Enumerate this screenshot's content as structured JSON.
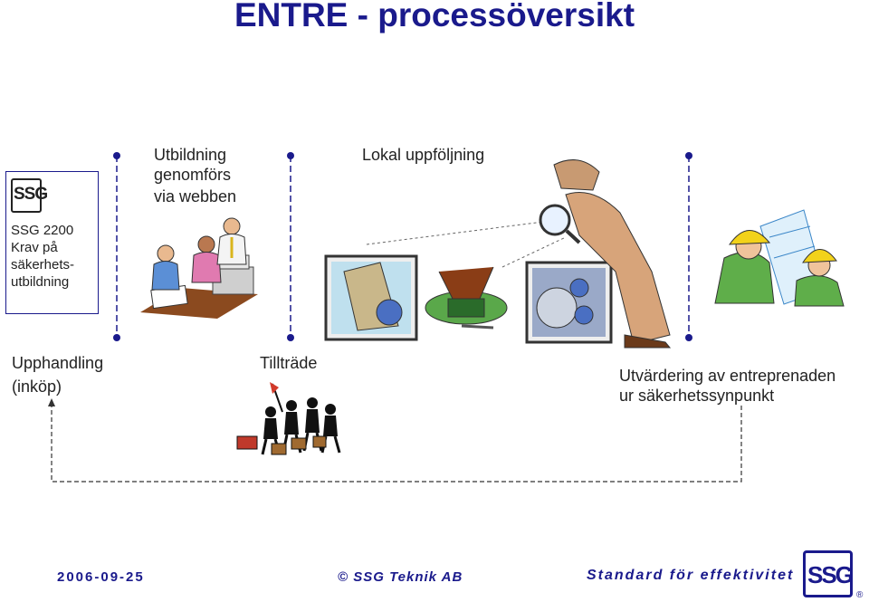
{
  "title": "ENTRE - processöversikt",
  "ssg_box": {
    "logo_text": "SSG",
    "lines": [
      "SSG 2200",
      "Krav på",
      "säkerhets-",
      "utbildning"
    ]
  },
  "stages": {
    "training": [
      "Utbildning",
      "genomförs",
      "via webben"
    ],
    "followup": "Lokal uppföljning",
    "procurement": [
      "Upphandling",
      "(inköp)"
    ],
    "access": "Tillträde",
    "evaluation": [
      "Utvärdering av entreprenaden",
      "ur säkerhetssynpunkt"
    ]
  },
  "footer": {
    "date": "2006-09-25",
    "copyright": "© SSG Teknik AB",
    "slogan": "Standard för effektivitet",
    "logo_text": "SSG"
  },
  "colors": {
    "title": "#1a1a8c",
    "timeline": "#1a1a8c",
    "dot": "#1a1a8c"
  }
}
